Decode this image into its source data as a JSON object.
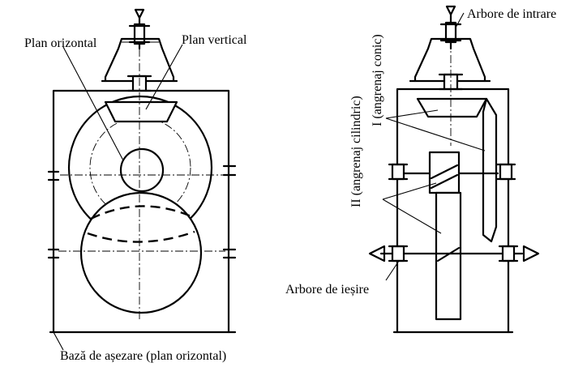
{
  "labels": {
    "plan_orizontal": "Plan orizontal",
    "plan_vertical": "Plan vertical",
    "baza_asezare": "Bază de așezare (plan orizontal)",
    "arbore_intrare": "Arbore de intrare",
    "arbore_iesire": "Arbore de ieșire",
    "angrenaj_conic": "I (angrenaj conic)",
    "angrenaj_cilindric": "II (angrenaj cilindric)"
  },
  "colors": {
    "ink": "#000000",
    "roman_numeral": "#1c2580"
  }
}
